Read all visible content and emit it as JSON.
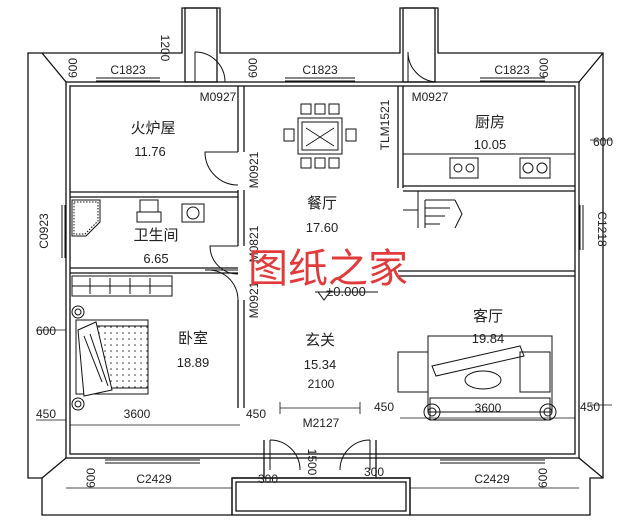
{
  "rooms": {
    "boiler": {
      "name": "火炉屋",
      "area": "11.76"
    },
    "kitchen": {
      "name": "厨房",
      "area": "10.05"
    },
    "dining": {
      "name": "餐厅",
      "area": "17.60"
    },
    "bathroom": {
      "name": "卫生间",
      "area": "6.65"
    },
    "bedroom": {
      "name": "卧室",
      "area": "18.89"
    },
    "living": {
      "name": "客厅",
      "area": "19.84"
    },
    "foyer": {
      "name": "玄关",
      "area": "15.34"
    }
  },
  "codes": {
    "c1823_left": "C1823",
    "c1823_mid": "C1823",
    "c1823_right": "C1823",
    "m0927_left": "M0927",
    "m0927_right": "M0927",
    "tlm1521": "TLM1521",
    "m0921_a": "M0921",
    "m0821": "M0821",
    "m0921_b": "M0921",
    "c0923": "C0923",
    "c1218": "C1218",
    "m2127": "M2127",
    "c2429_left": "C2429",
    "c2429_right": "C2429"
  },
  "dims": {
    "d1200": "1200",
    "d600_tl": "600",
    "d600_tm": "600",
    "d600_tr": "600",
    "d600_r": "600",
    "d600_l": "600",
    "d450_l": "450",
    "d450_ml": "450",
    "d450_mr": "450",
    "d450_r": "450",
    "d3600_l": "3600",
    "d3600_r": "3600",
    "d2100": "2100",
    "d1500": "1500",
    "d300_l": "300",
    "d300_r": "300",
    "d600_bl": "600",
    "d600_br": "600"
  },
  "elevation": "±0.000",
  "watermark": "图纸之家"
}
